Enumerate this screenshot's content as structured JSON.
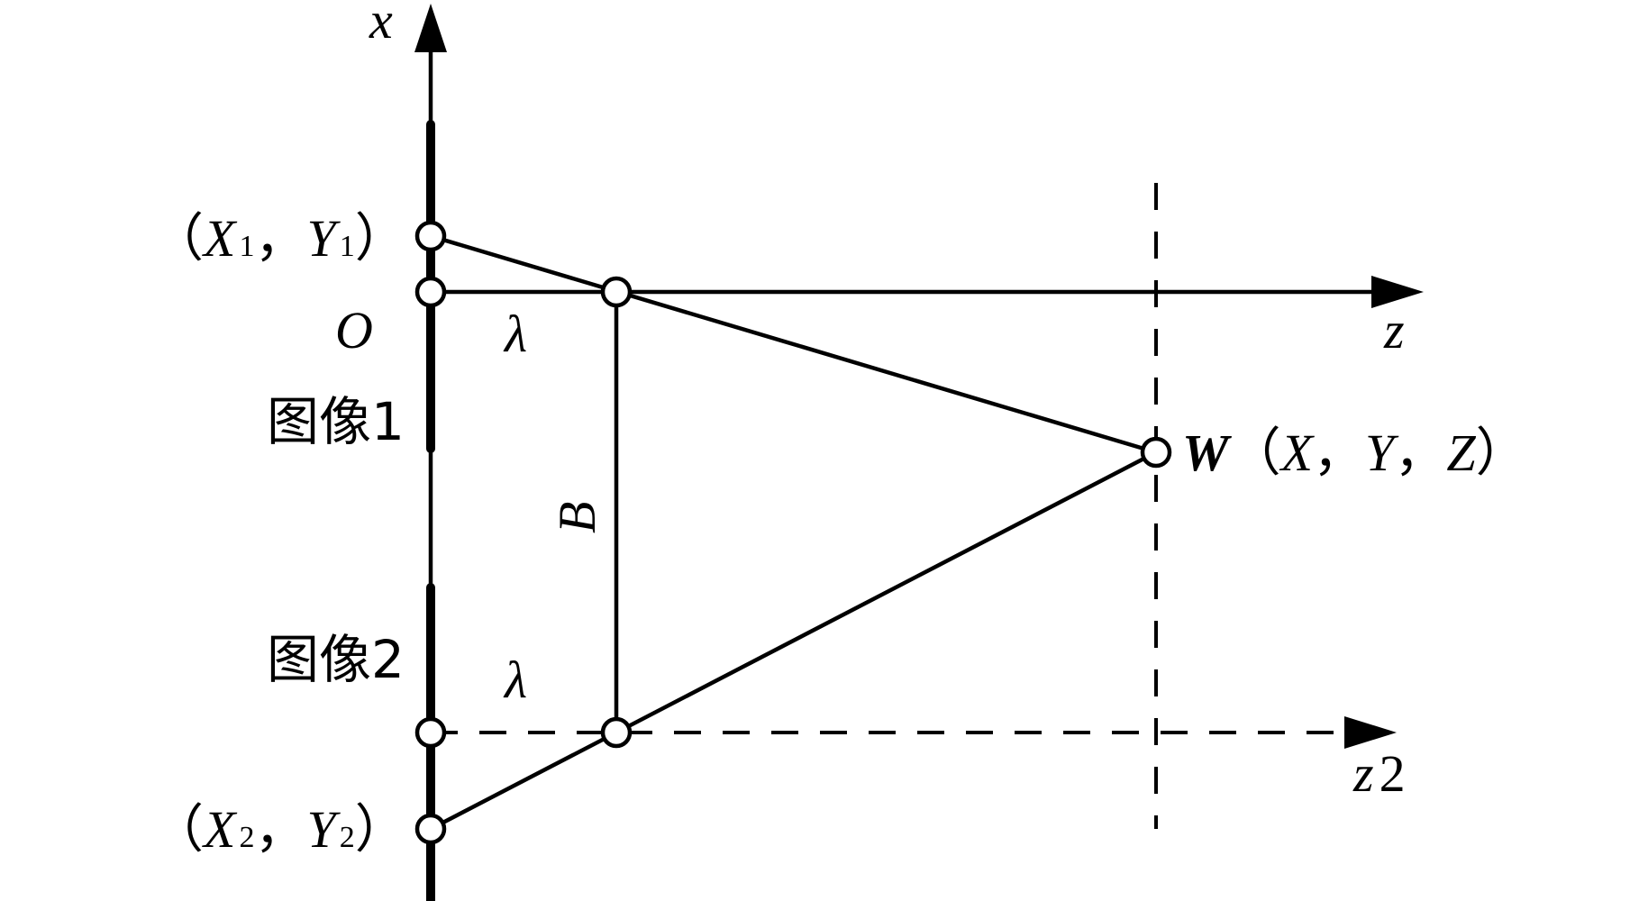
{
  "labels": {
    "x_axis": "x",
    "z_axis": "z",
    "z2_axis_main": "z",
    "z2_axis_sub": "2",
    "origin": "O",
    "lambda_top": "λ",
    "lambda_bottom": "λ",
    "baseline": "B",
    "image1": "图像1",
    "image2": "图像2",
    "point1": {
      "open": "（",
      "x": "X",
      "xsub": "1",
      "comma": "，",
      "y": "Y",
      "ysub": "1",
      "close": "）"
    },
    "point2": {
      "open": "（",
      "x": "X",
      "xsub": "2",
      "comma": "，",
      "y": "Y",
      "ysub": "2",
      "close": "）"
    },
    "world_point": {
      "name": "W",
      "open": "（",
      "x": "X",
      "c1": "，",
      "y": "Y",
      "c2": "，",
      "z": "Z",
      "close": "）"
    }
  }
}
